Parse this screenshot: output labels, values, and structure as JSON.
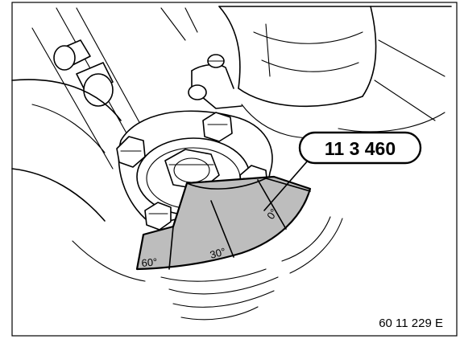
{
  "callout": {
    "tool_number": "11 3 460"
  },
  "scale": {
    "mark_0": "0°",
    "mark_30": "30°",
    "mark_60": "60°"
  },
  "reference": {
    "figure_code": "60 11 229 E"
  },
  "colors": {
    "tool_fill": "#bdbdbd",
    "line": "#000000",
    "background": "#ffffff"
  }
}
